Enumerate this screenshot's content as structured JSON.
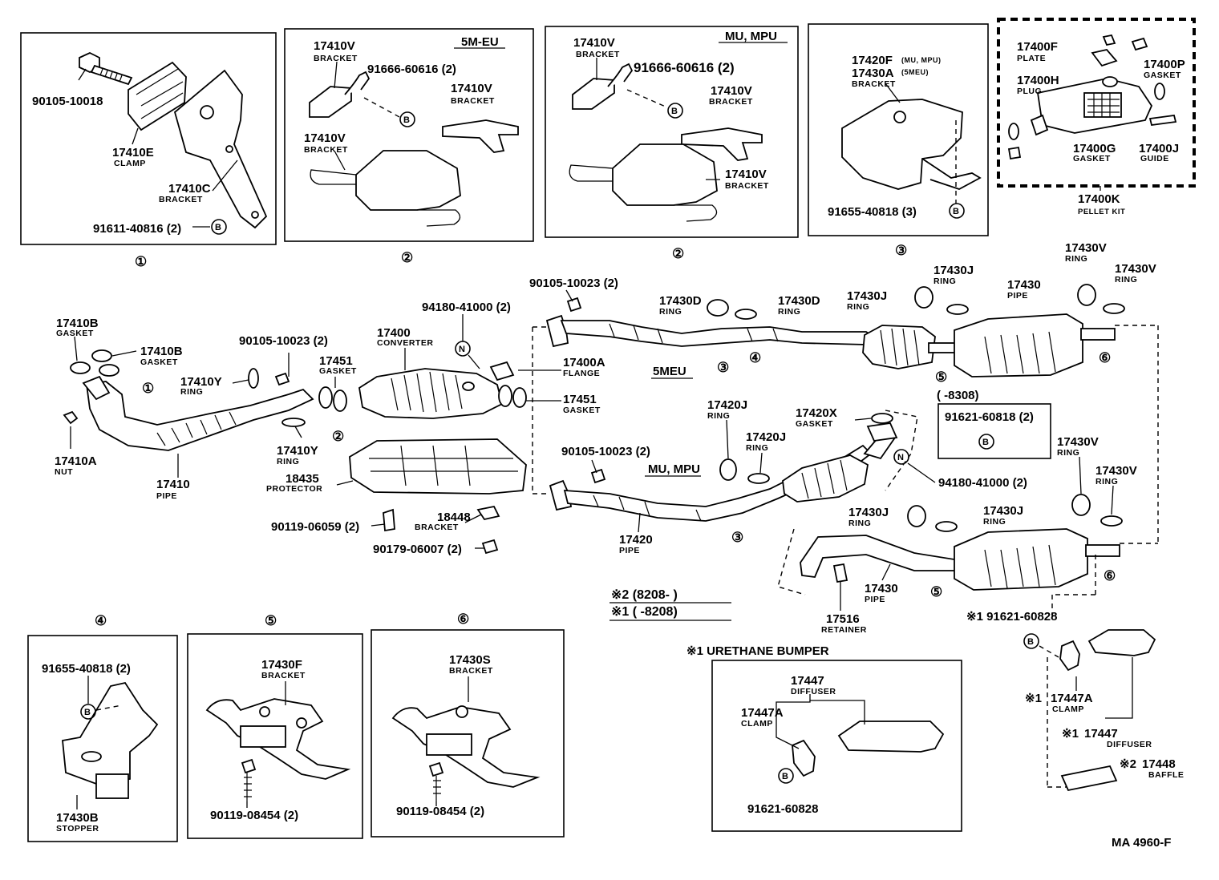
{
  "diagram_code": "MA 4960-F",
  "box1": {
    "num": "①",
    "bolt": "90105-10018",
    "clamp": "17410E",
    "clamp_name": "CLAMP",
    "bracket": "17410C",
    "bracket_name": "BRACKET",
    "bolt2": "91611-40816 (2)",
    "bolt2_ref": "B"
  },
  "box2a": {
    "variant": "5M-EU",
    "num": "②",
    "br1": "17410V",
    "br1_name": "BRACKET",
    "bolt": "91666-60616 (2)",
    "bolt_ref": "B",
    "br2": "17410V",
    "br2_name": "BRACKET",
    "br3": "17410V",
    "br3_name": "BRACKET"
  },
  "box2b": {
    "variant": "MU, MPU",
    "num": "②",
    "br1": "17410V",
    "br1_name": "BRACKET",
    "bolt": "91666-60616 (2)",
    "bolt_ref": "B",
    "br2": "17410V",
    "br2_name": "BRACKET",
    "br3": "17410V",
    "br3_name": "BRACKET"
  },
  "box3": {
    "num": "③",
    "br": "17420F",
    "br_note": "(MU, MPU)",
    "br2": "17430A",
    "br2_note": "(5MEU)",
    "br_name": "BRACKET",
    "bolt": "91655-40818 (3)",
    "bolt_ref": "B"
  },
  "box_kit": {
    "plate": "17400F",
    "plate_name": "PLATE",
    "plug": "17400H",
    "plug_name": "PLUG",
    "gasket": "17400P",
    "gasket_name": "GASKET",
    "gasket2": "17400G",
    "gasket2_name": "GASKET",
    "guide": "17400J",
    "guide_name": "GUIDE",
    "kit": "17400K",
    "kit_name": "PELLET KIT"
  },
  "main": {
    "g1": "17410B",
    "g1_name": "GASKET",
    "g2": "17410B",
    "g2_name": "GASKET",
    "ring1": "17410Y",
    "ring1_name": "RING",
    "nut": "17410A",
    "nut_name": "NUT",
    "pipe": "17410",
    "pipe_name": "PIPE",
    "bolt1": "90105-10023 (2)",
    "g3": "17451",
    "g3_name": "GASKET",
    "ring2": "17410Y",
    "ring2_name": "RING",
    "conv": "17400",
    "conv_name": "CONVERTER",
    "n_bolt": "94180-41000 (2)",
    "n_ref": "N",
    "flange": "17400A",
    "flange_name": "FLANGE",
    "g4": "17451",
    "g4_name": "GASKET",
    "prot": "18435",
    "prot_name": "PROTECTOR",
    "bolt2": "90119-06059 (2)",
    "brk": "18448",
    "brk_name": "BRACKET",
    "nut2": "90179-06007 (2)",
    "c1": "①",
    "c2": "②",
    "c3": "③",
    "c4": "④",
    "c5": "⑤",
    "c6": "⑥"
  },
  "upper": {
    "variant": "5MEU",
    "bolt": "90105-10023 (2)",
    "r1": "17430D",
    "r1_name": "RING",
    "r2": "17430D",
    "r2_name": "RING",
    "r3": "17430J",
    "r3_name": "RING",
    "r4": "17430J",
    "r4_name": "RING",
    "pipe": "17430",
    "pipe_name": "PIPE",
    "r5": "17430V",
    "r5_name": "RING",
    "r6": "17430V",
    "r6_name": "RING"
  },
  "lower": {
    "variant": "MU, MPU",
    "bolt": "90105-10023 (2)",
    "ring": "17420J",
    "ring_name": "RING",
    "ring2": "17420J",
    "ring2_name": "RING",
    "gasket": "17420X",
    "gasket_name": "GASKET",
    "n_bolt": "94180-41000 (2)",
    "n_ref": "N",
    "range": "( -8308)",
    "bolt2": "91621-60818 (2)",
    "bolt2_ref": "B",
    "r3": "17430V",
    "r3_name": "RING",
    "r4": "17430V",
    "r4_name": "RING",
    "pipe": "17420",
    "pipe_name": "PIPE",
    "r5": "17430J",
    "r5_name": "RING",
    "r6": "17430J",
    "r6_name": "RING",
    "pipe2": "17430",
    "pipe2_name": "PIPE",
    "retainer": "17516",
    "retainer_name": "RETAINER",
    "note2": "※2 (8208- )",
    "note1": "※1 ( -8208)",
    "b3": "※1 91621-60828",
    "b3_ref": "B",
    "clamp": "17447A",
    "clamp_name": "CLAMP",
    "clamp_mark": "※1",
    "diff": "17447",
    "diff_name": "DIFFUSER",
    "diff_mark": "※1",
    "baffle": "17448",
    "baffle_name": "BAFFLE",
    "baffle_mark": "※2"
  },
  "bumper": {
    "title": "※1 URETHANE BUMPER",
    "diff": "17447",
    "diff_name": "DIFFUSER",
    "clamp": "17447A",
    "clamp_name": "CLAMP",
    "bolt_ref": "B",
    "bolt": "91621-60828"
  },
  "box4": {
    "num": "④",
    "bolt": "91655-40818 (2)",
    "bolt_ref": "B",
    "part": "17430B",
    "part_name": "STOPPER"
  },
  "box5": {
    "num": "⑤",
    "part": "17430F",
    "part_name": "BRACKET",
    "bolt": "90119-08454 (2)"
  },
  "box6": {
    "num": "⑥",
    "part": "17430S",
    "part_name": "BRACKET",
    "bolt": "90119-08454 (2)"
  }
}
